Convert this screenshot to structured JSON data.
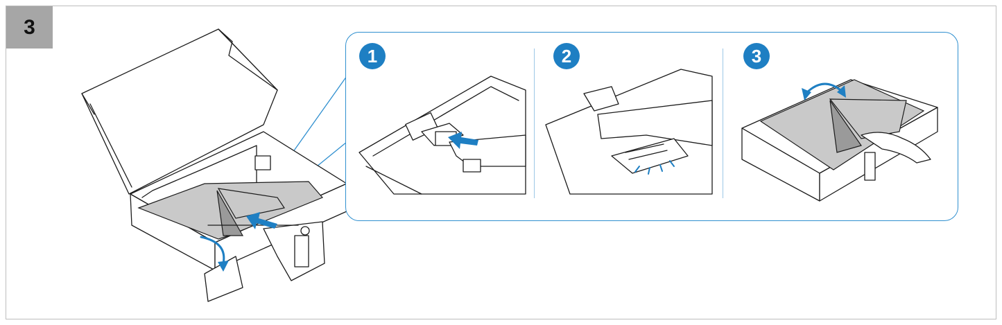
{
  "step_badge": "3",
  "panels": [
    {
      "number": "1"
    },
    {
      "number": "2"
    },
    {
      "number": "3"
    }
  ],
  "colors": {
    "accent": "#1e7fc3",
    "badge_bg": "#a6a6a6",
    "frame_border": "#bdbdbd"
  }
}
